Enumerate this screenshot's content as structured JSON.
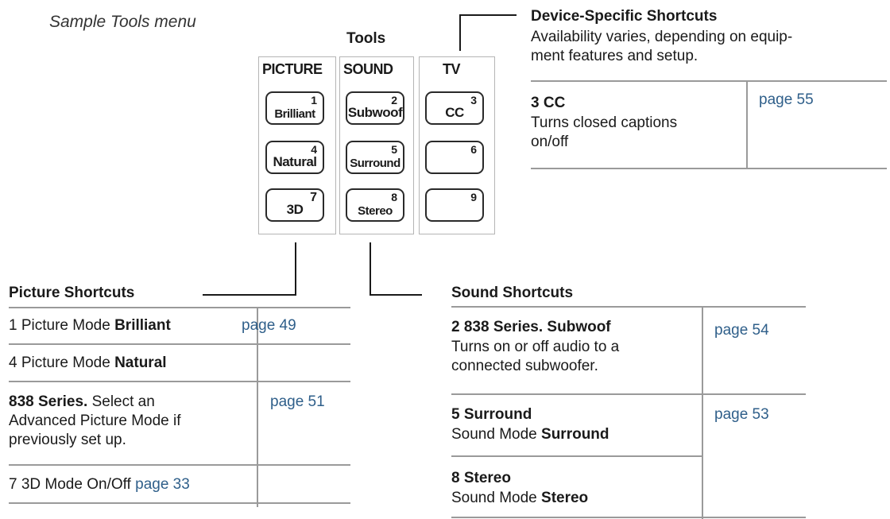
{
  "caption": "Sample Tools menu",
  "tools_title": "Tools",
  "panels": {
    "picture": {
      "header": "PICTURE",
      "keys": [
        {
          "num": "1",
          "label": "Brilliant"
        },
        {
          "num": "4",
          "label": "Natural"
        },
        {
          "num": "7",
          "label": "3D"
        }
      ]
    },
    "sound": {
      "header": "SOUND",
      "keys": [
        {
          "num": "2",
          "label": "Subwoof"
        },
        {
          "num": "5",
          "label": "Surround"
        },
        {
          "num": "8",
          "label": "Stereo"
        }
      ]
    },
    "tv": {
      "header": "TV",
      "keys": [
        {
          "num": "3",
          "label": "CC"
        },
        {
          "num": "6",
          "label": ""
        },
        {
          "num": "9",
          "label": ""
        }
      ]
    }
  },
  "device": {
    "heading": "Device-Specific Shortcuts",
    "desc_line1": "Availability varies, depending on equip-",
    "desc_line2": "ment features and setup.",
    "row": {
      "title": "3  CC",
      "line1": "Turns closed captions",
      "line2": "on/off",
      "page": "page 55"
    }
  },
  "picture_shortcuts": {
    "heading": "Picture Shortcuts",
    "row1": {
      "prefix": "1  Picture Mode ",
      "bold": "Brilliant",
      "page": "page 49"
    },
    "row2": {
      "prefix": "4  Picture Mode ",
      "bold": "Natural"
    },
    "row3": {
      "bold": "838 Series.",
      "rest": "  Select an",
      "line2": "Advanced Picture Mode if",
      "line3": "previously set up.",
      "page": "page 51"
    },
    "row4": {
      "prefix": "7  3D Mode On/Off ",
      "page": "page 33"
    }
  },
  "sound_shortcuts": {
    "heading": "Sound Shortcuts",
    "row1": {
      "title": "2  838 Series.  Subwoof",
      "line2": "Turns on or off audio to a",
      "line3": "connected subwoofer.",
      "page": "page 54"
    },
    "row2": {
      "title": "5  Surround",
      "prefix": "Sound Mode ",
      "bold": "Surround",
      "page": "page 53"
    },
    "row3": {
      "title": "8  Stereo",
      "prefix": "Sound Mode ",
      "bold": "Stereo"
    }
  }
}
